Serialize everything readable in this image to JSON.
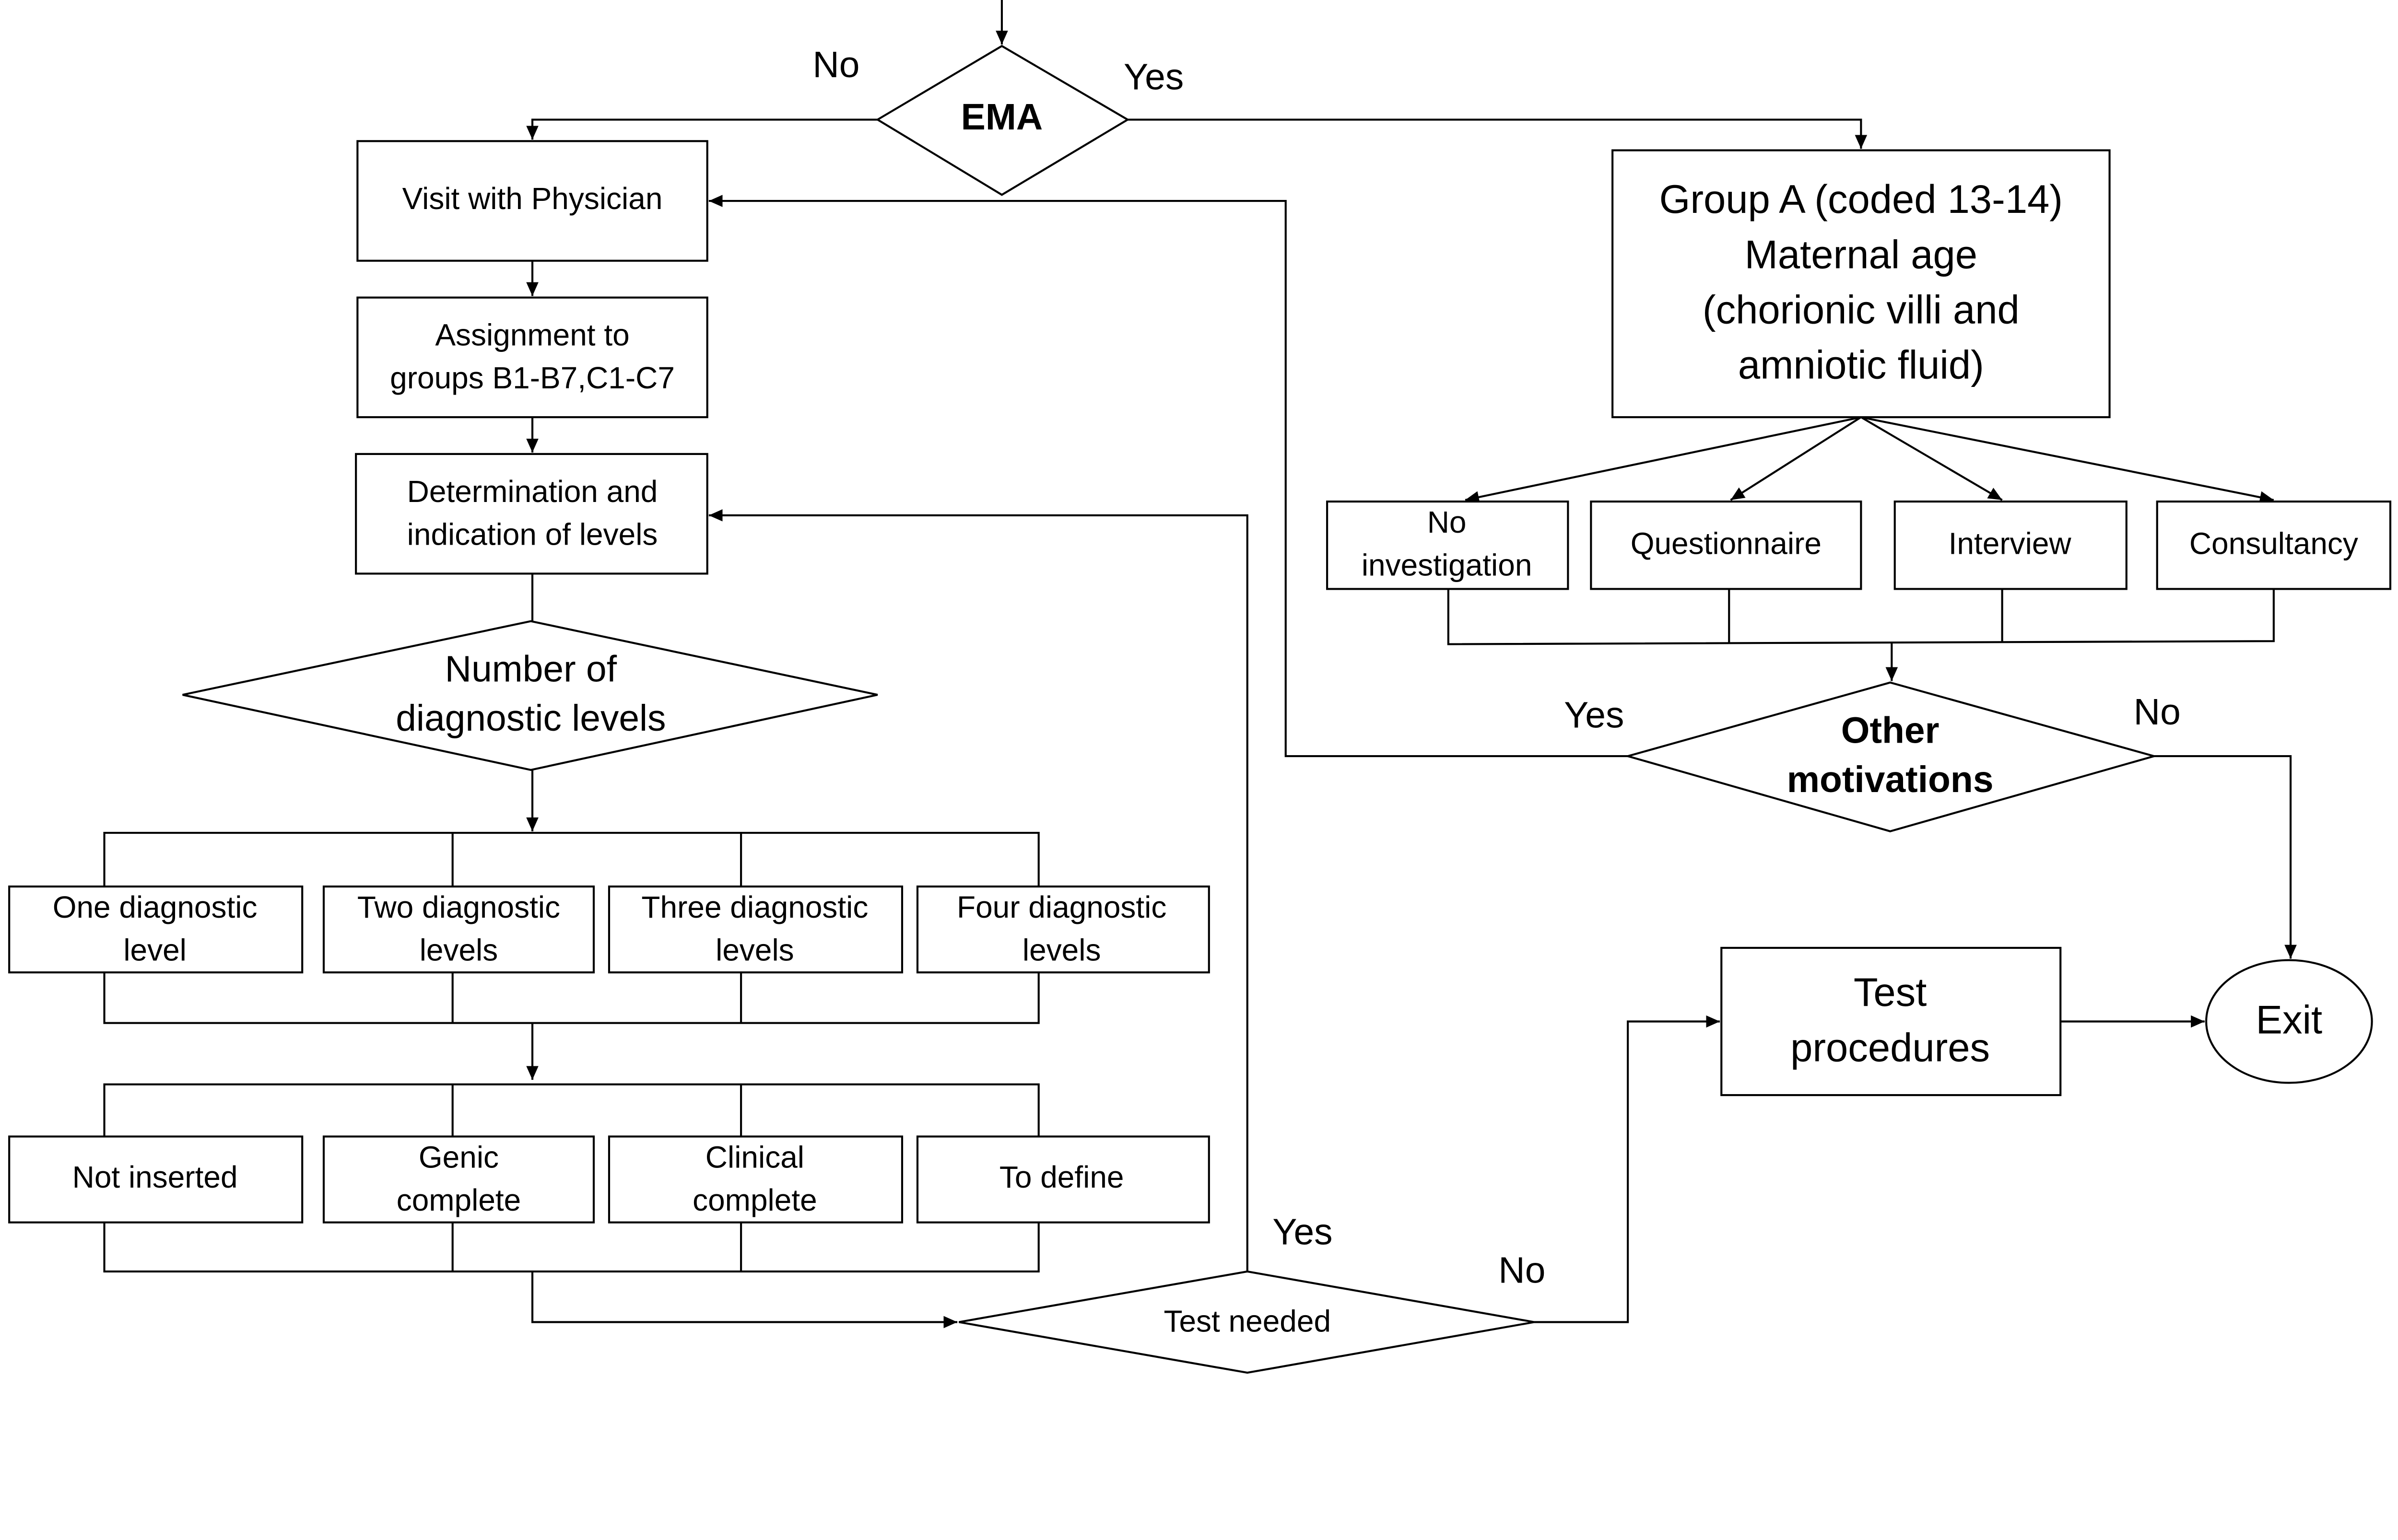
{
  "nodes": {
    "ema": "EMA",
    "visit": "Visit with Physician",
    "assignment": [
      "Assignment to",
      "groups B1-B7,C1-C7"
    ],
    "determination": [
      "Determination and",
      "indication of levels"
    ],
    "number_levels": [
      "Number of",
      "diagnostic levels"
    ],
    "levels": [
      [
        "One diagnostic",
        "level"
      ],
      [
        "Two diagnostic",
        "levels"
      ],
      [
        "Three diagnostic",
        "levels"
      ],
      [
        "Four diagnostic",
        "levels"
      ]
    ],
    "status": [
      [
        "Not inserted"
      ],
      [
        "Genic",
        "complete"
      ],
      [
        "Clinical",
        "complete"
      ],
      [
        "To define"
      ]
    ],
    "test_needed": "Test needed",
    "group_a": [
      "Group A (coded 13-14)",
      "Maternal age",
      "(chorionic villi and",
      "amniotic fluid)"
    ],
    "investigations": [
      [
        "No",
        "investigation"
      ],
      [
        "Questionnaire"
      ],
      [
        "Interview"
      ],
      [
        "Consultancy"
      ]
    ],
    "other_motivations": [
      "Other",
      "motivations"
    ],
    "test_procedures": [
      "Test",
      "procedures"
    ],
    "exit": "Exit"
  },
  "labels": {
    "ema_no": "No",
    "ema_yes": "Yes",
    "other_yes": "Yes",
    "other_no": "No",
    "test_yes": "Yes",
    "test_no": "No"
  }
}
